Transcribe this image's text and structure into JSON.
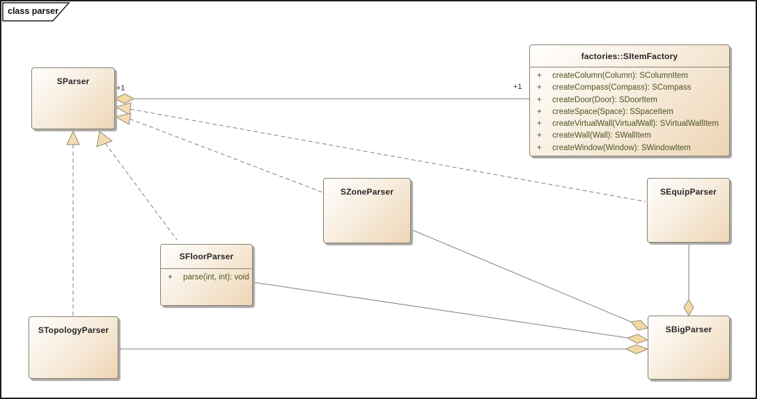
{
  "frame": {
    "label": "class parser"
  },
  "classes": {
    "sparser": {
      "name": "SParser"
    },
    "sitemfactory": {
      "name": "factories::SItemFactory",
      "methods": [
        {
          "vis": "+",
          "sig": "createColumn(Column): SColumnItem"
        },
        {
          "vis": "+",
          "sig": "createCompass(Compass): SCompass"
        },
        {
          "vis": "+",
          "sig": "createDoor(Door): SDoorItem"
        },
        {
          "vis": "+",
          "sig": "createSpace(Space): SSpaceItem"
        },
        {
          "vis": "+",
          "sig": "createVirtualWall(VirtualWall): SVirtualWallItem"
        },
        {
          "vis": "+",
          "sig": "createWall(Wall): SWallItem"
        },
        {
          "vis": "+",
          "sig": "createWindow(Window): SWindowItem"
        }
      ]
    },
    "szoneparser": {
      "name": "SZoneParser"
    },
    "sequipparser": {
      "name": "SEquipParser"
    },
    "sfloorparser": {
      "name": "SFloorParser",
      "methods": [
        {
          "vis": "+",
          "sig": "parse(int, int): void"
        }
      ]
    },
    "stopologyparser": {
      "name": "STopologyParser"
    },
    "sbigparser": {
      "name": "SBigParser"
    }
  },
  "connectors": {
    "sparser_sitemfactory": {
      "left_multiplicity": "+1",
      "right_multiplicity": "+1"
    }
  },
  "colors": {
    "box_fill_light": "#fffefd",
    "box_fill_dark": "#edd5b5",
    "box_border": "#85806f",
    "line": "#7d7d7d",
    "diamond_fill": "#f2d9a4",
    "triangle_fill": "#f4ddb4",
    "method_text": "#4a5420",
    "title_text": "#262626",
    "frame_border": "#1c1c1c"
  }
}
